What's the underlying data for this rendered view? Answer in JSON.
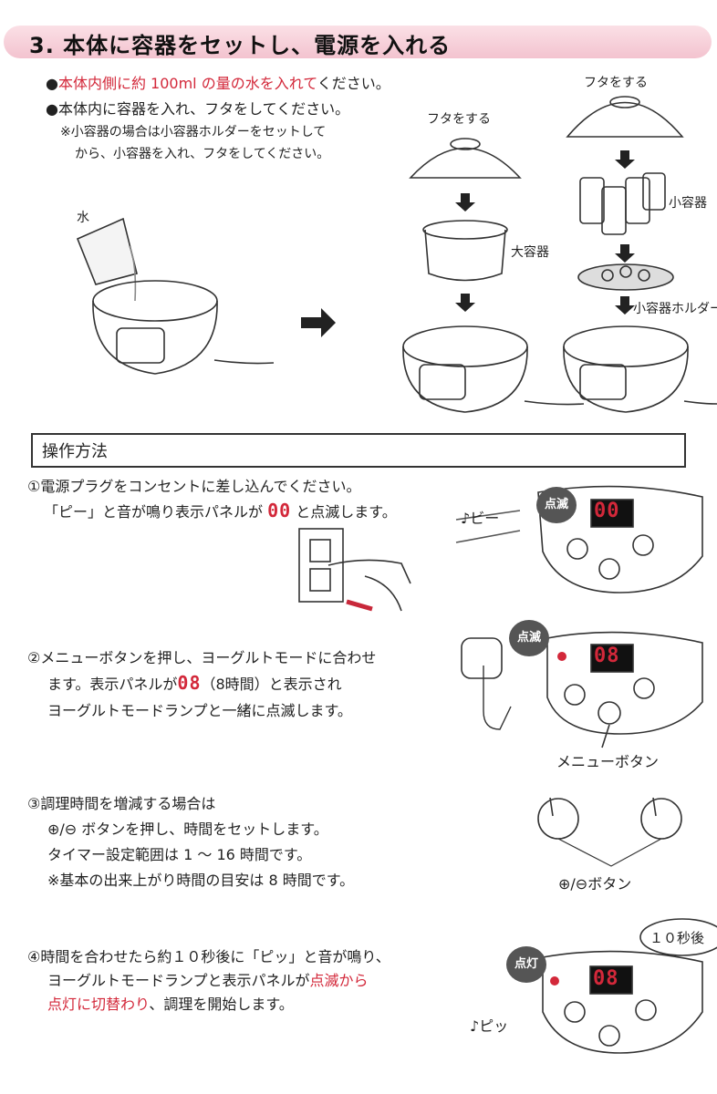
{
  "header": {
    "title": "3. 本体に容器をセットし、電源を入れる"
  },
  "instructions": {
    "bullet1_red": "本体内側に約 100ml の量の水を入れて",
    "bullet1_rest": "ください。",
    "bullet2": "本体内に容器を入れ、フタをしてください。",
    "note_line1": "※小容器の場合は小容器ホルダーをセットして",
    "note_line2": "から、小容器を入れ、フタをしてください。"
  },
  "illustration_labels": {
    "water": "水",
    "lid_left": "フタをする",
    "lid_right": "フタをする",
    "large_container": "大容器",
    "small_container": "小容器",
    "small_holder": "小容器ホルダー"
  },
  "section": {
    "title": "操作方法"
  },
  "steps": [
    {
      "line1": "①電源プラグをコンセントに差し込んでください。",
      "line2_pre": "「ピー」と音が鳴り表示パネルが",
      "display": "00",
      "line2_post": "と点滅します。"
    },
    {
      "line1": "②メニューボタンを押し、ヨーグルトモードに合わせ",
      "line2_pre": "ます。表示パネルが",
      "display": "08",
      "line2_post": "（8時間）と表示され",
      "line3": "ヨーグルトモードランプと一緒に点滅します。"
    },
    {
      "line1": "③調理時間を増減する場合は",
      "line2": "⊕/⊖ ボタンを押し、時間をセットします。",
      "line3": "タイマー設定範囲は 1 ～ 16 時間です。",
      "line4": "※基本の出来上がり時間の目安は 8 時間です。"
    },
    {
      "line1": "④時間を合わせたら約１０秒後に「ピッ」と音が鳴り、",
      "line2_pre": "ヨーグルトモードランプと表示パネルが",
      "line2_red": "点滅から",
      "line3_red": "点灯に切替わり",
      "line3_post": "、調理を開始します。"
    }
  ],
  "panel_labels": {
    "beep": "♪ビー",
    "blink1": "点滅",
    "display1": "00",
    "blink2": "点滅",
    "display2": "08",
    "menu_button": "メニューボタン",
    "plus_minus_button": "⊕/⊖ボタン",
    "after10": "１０秒後",
    "lit": "点灯",
    "display3": "08",
    "pip": "♪ピッ"
  },
  "colors": {
    "accent_red": "#d3283a",
    "banner_pink": "#f3c3cf"
  }
}
